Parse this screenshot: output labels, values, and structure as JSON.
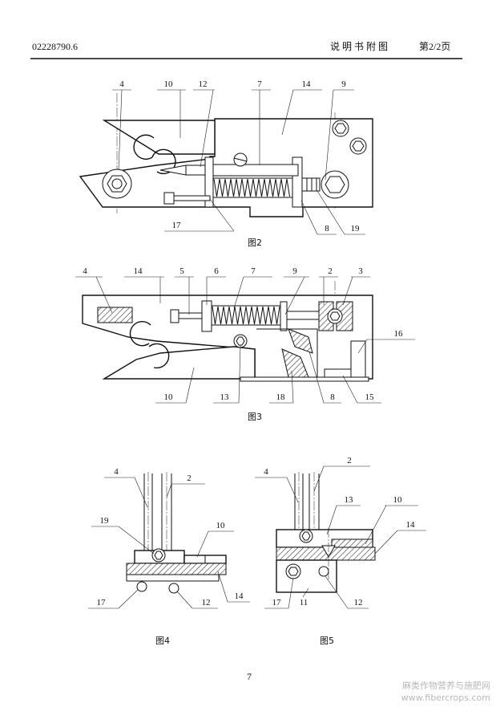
{
  "header": {
    "doc_number": "02228790.6",
    "title": "说 明 书 附 图",
    "page_info": "第2/2页"
  },
  "figures": {
    "fig2": {
      "caption": "图2",
      "labels": [
        "4",
        "10",
        "12",
        "7",
        "14",
        "9",
        "17",
        "8",
        "19"
      ]
    },
    "fig3": {
      "caption": "图3",
      "labels": [
        "4",
        "14",
        "5",
        "6",
        "7",
        "9",
        "2",
        "3",
        "16",
        "10",
        "13",
        "18",
        "8",
        "15"
      ]
    },
    "fig4": {
      "caption": "图4",
      "labels": [
        "4",
        "2",
        "19",
        "10",
        "17",
        "12",
        "14"
      ]
    },
    "fig5": {
      "caption": "图5",
      "labels": [
        "4",
        "2",
        "13",
        "10",
        "14",
        "17",
        "11",
        "12"
      ]
    }
  },
  "page_number": "7",
  "watermark": {
    "line1": "麻类作物营养与施肥网",
    "line2": "www.fibercrops.com"
  }
}
